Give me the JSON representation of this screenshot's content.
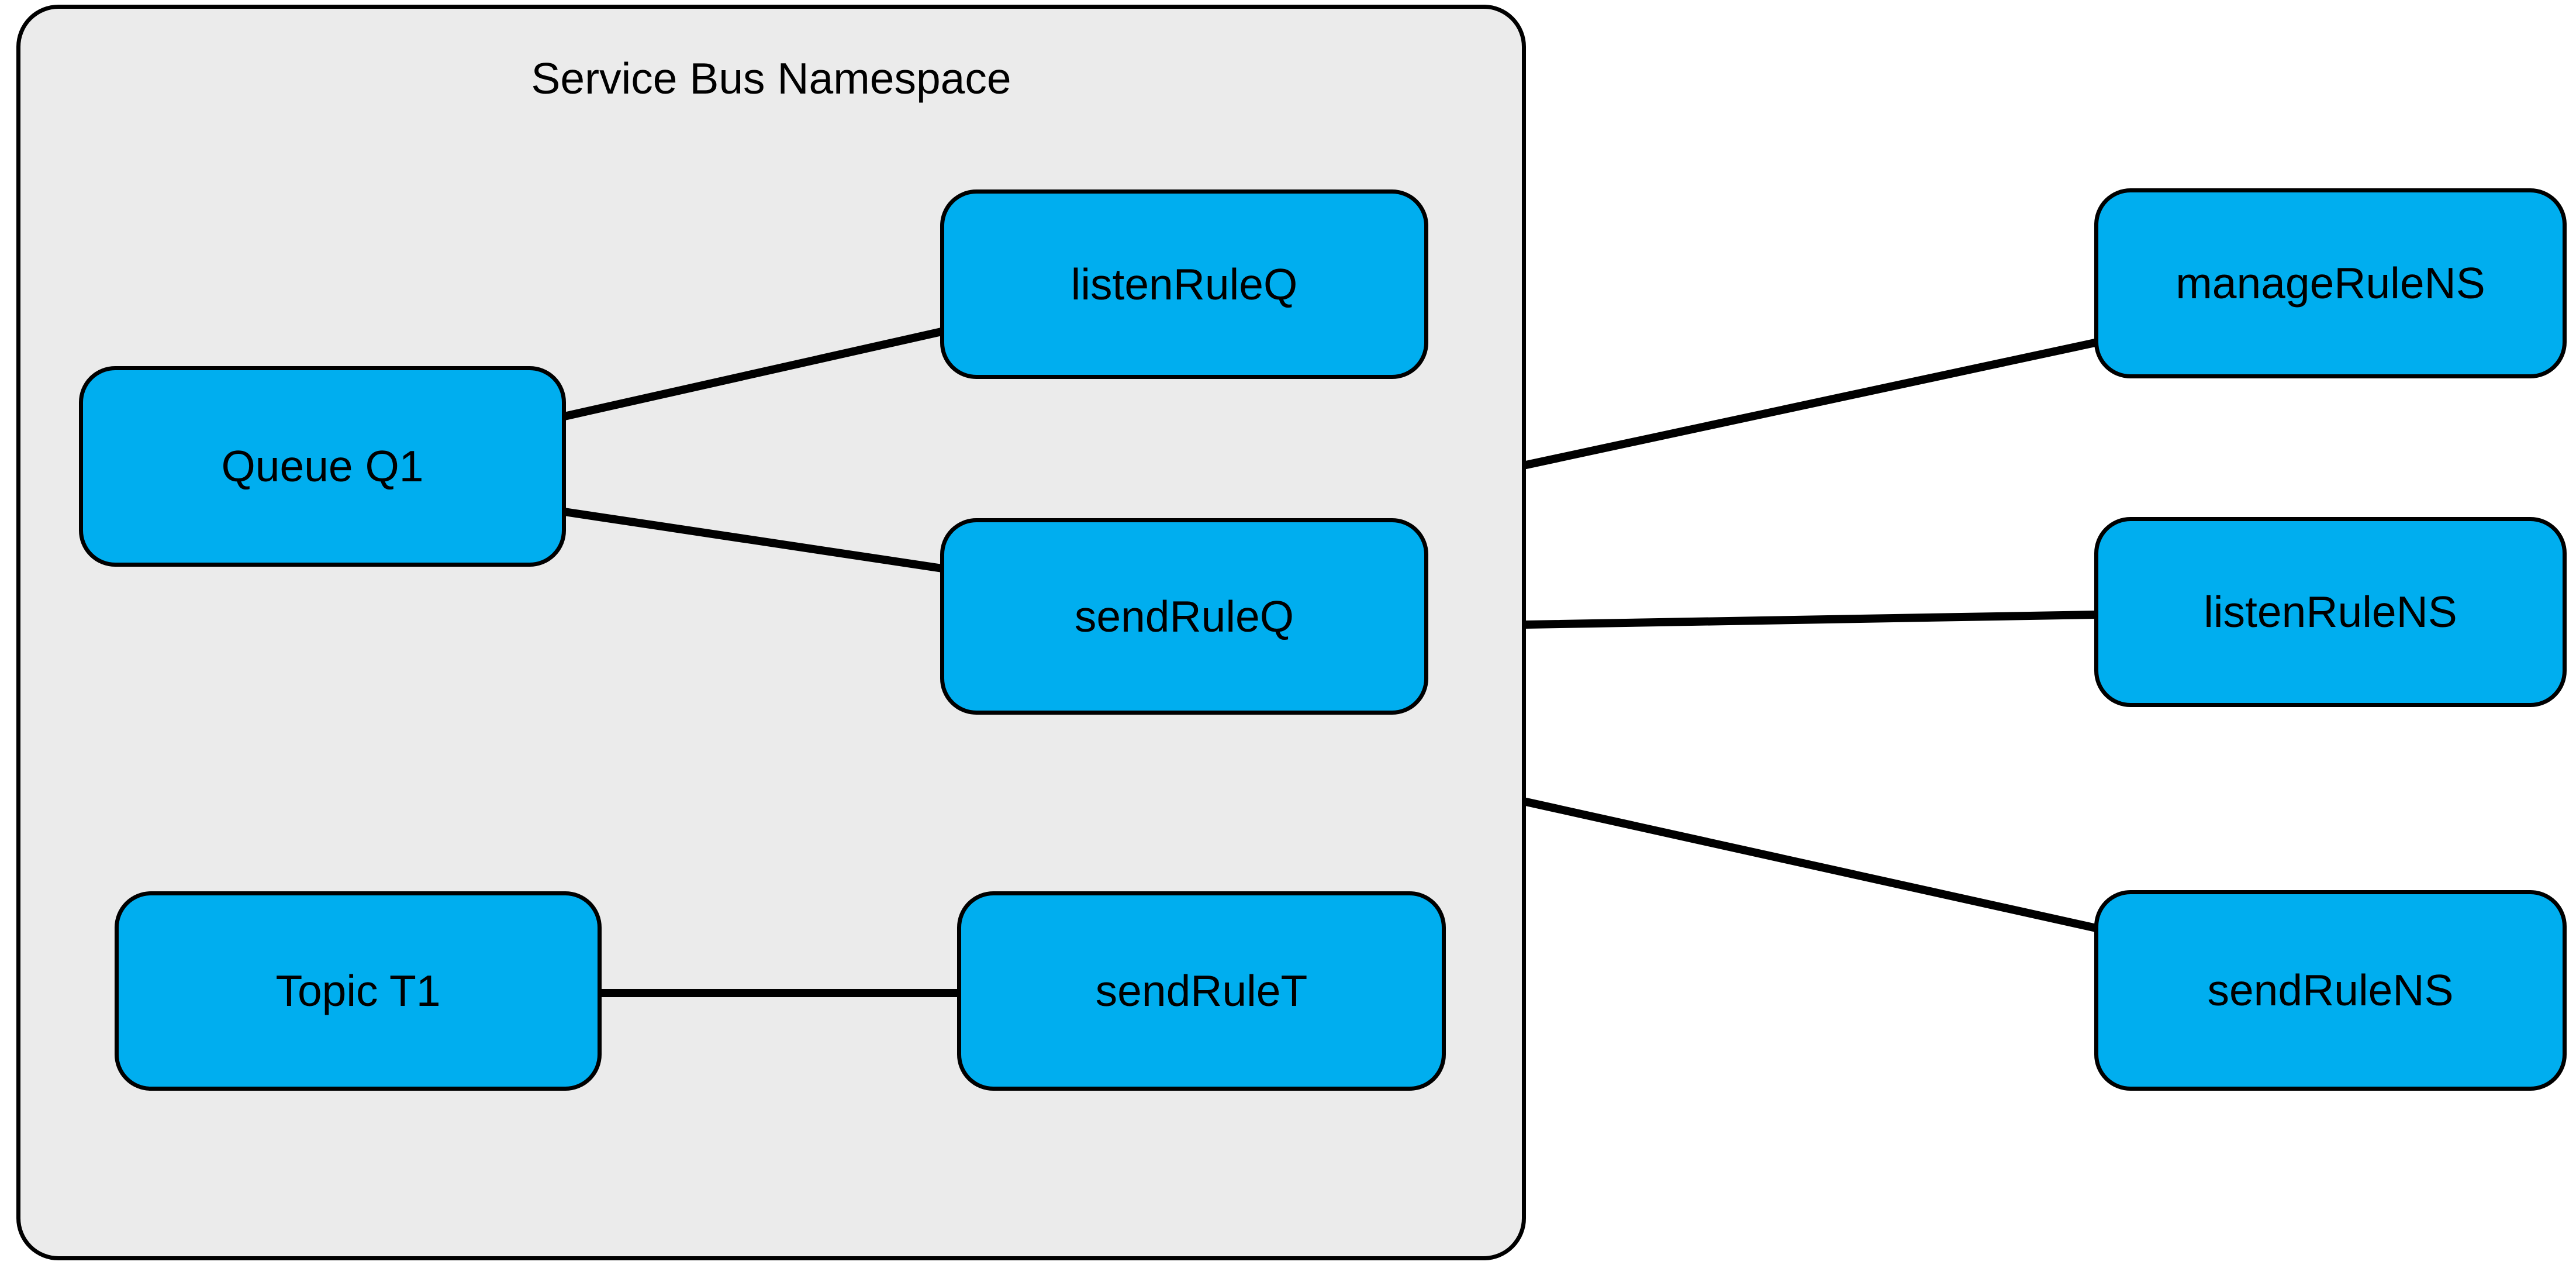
{
  "diagram": {
    "type": "service-bus-authorization-rules-diagram",
    "colors": {
      "background": "#ffffff",
      "namespace_fill": "#ebebeb",
      "namespace_border": "#000000",
      "node_fill": "#00aeef",
      "node_border": "#000000",
      "text": "#000000",
      "connector": "#000000"
    },
    "namespace": {
      "label": "Service Bus Namespace"
    },
    "nodes": [
      {
        "id": "queue-q1",
        "label": "Queue Q1",
        "container": "namespace"
      },
      {
        "id": "listen-rule-q",
        "label": "listenRuleQ",
        "container": "namespace"
      },
      {
        "id": "send-rule-q",
        "label": "sendRuleQ",
        "container": "namespace"
      },
      {
        "id": "topic-t1",
        "label": "Topic T1",
        "container": "namespace"
      },
      {
        "id": "send-rule-t",
        "label": "sendRuleT",
        "container": "namespace"
      },
      {
        "id": "manage-rule-ns",
        "label": "manageRuleNS",
        "container": "root"
      },
      {
        "id": "listen-rule-ns",
        "label": "listenRuleNS",
        "container": "root"
      },
      {
        "id": "send-rule-ns",
        "label": "sendRuleNS",
        "container": "root"
      }
    ],
    "edges": [
      {
        "from": "queue-q1",
        "to": "listen-rule-q"
      },
      {
        "from": "queue-q1",
        "to": "send-rule-q"
      },
      {
        "from": "topic-t1",
        "to": "send-rule-t"
      },
      {
        "from": "namespace",
        "to": "manage-rule-ns"
      },
      {
        "from": "namespace",
        "to": "listen-rule-ns"
      },
      {
        "from": "namespace",
        "to": "send-rule-ns"
      }
    ]
  }
}
